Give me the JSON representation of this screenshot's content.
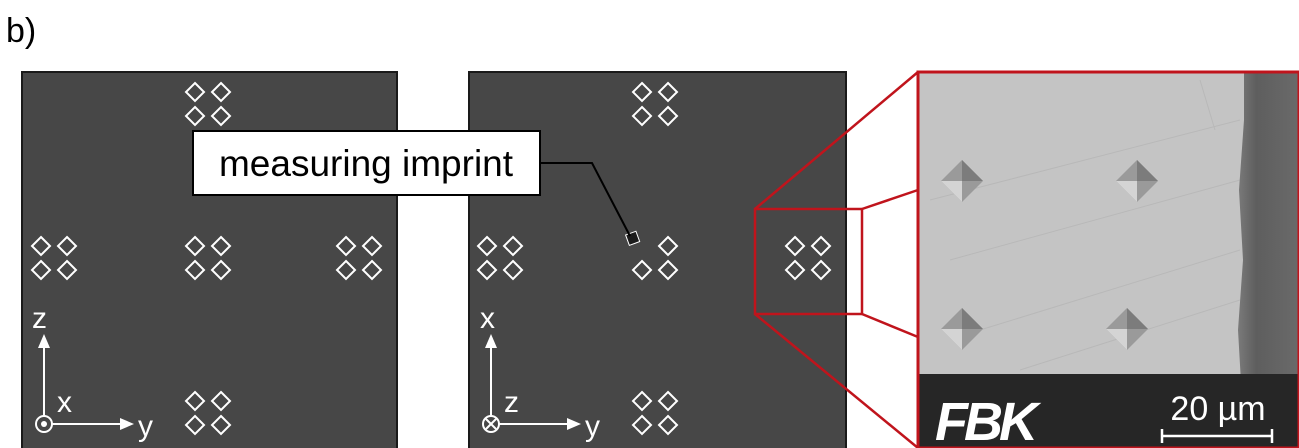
{
  "panel_label": "b)",
  "callout": {
    "text": "measuring imprint"
  },
  "left_axes": {
    "vertical": "z",
    "horizontal": "y",
    "out_of_plane": "x",
    "out_of_plane_symbol": "dot"
  },
  "right_axes": {
    "vertical": "x",
    "horizontal": "y",
    "out_of_plane": "z",
    "out_of_plane_symbol": "cross"
  },
  "micrograph": {
    "logo": "FBK",
    "scale_bar": "20 µm"
  },
  "colors": {
    "sample_fill": "#474747",
    "zoom_frame": "#c0141c",
    "micrograph_bg": "#c4c4c4",
    "footer_bg": "#262626"
  }
}
